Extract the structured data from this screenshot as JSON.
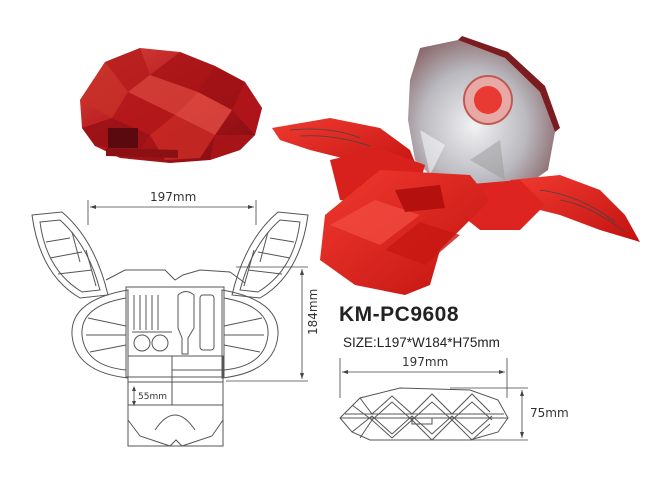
{
  "product": {
    "model": "KM-PC9608",
    "size_spec": "SIZE:L197*W184*H75mm"
  },
  "dimensions": {
    "top_view_width": "197mm",
    "top_view_height": "184mm",
    "compartment_depth": "55mm",
    "side_view_length": "197mm",
    "side_view_height": "75mm"
  },
  "colors": {
    "case_red": "#c0151b",
    "tray_red": "#e8231f",
    "lid_silver": "#cfcfd3",
    "line": "#555555"
  },
  "images": {
    "closed_case": "closed-heart-case-photo",
    "open_case": "open-heart-case-photo",
    "top_drawing": "top-view-technical-drawing",
    "side_drawing": "side-view-technical-drawing"
  }
}
